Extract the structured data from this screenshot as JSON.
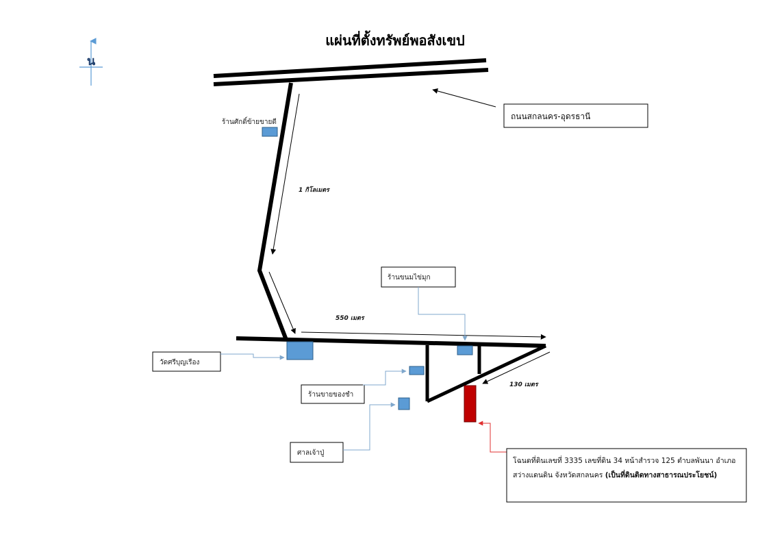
{
  "title": "แผ่นที่ตั้งทรัพย์พอสังเขป",
  "north": {
    "label": "น",
    "icon": "north-arrow-icon"
  },
  "roads": {
    "highway_label": "ถนนสกลนคร-อุดรธานี"
  },
  "distances": {
    "d1": "1 กิโลเมตร",
    "d2": "550 เมตร",
    "d3": "130 เมตร"
  },
  "landmarks": {
    "shop_top": "ร้านศักดิ์ข้ายขายดี",
    "temple": "วัดศรีบุญเรือง",
    "dessert_shop": "ร้านขนมไข่มุก",
    "grocery": "ร้านขายของชำ",
    "shrine": "ศาลเจ้าปู่"
  },
  "deed": {
    "line1": "โฉนดที่ดินเลขที่ 3335   เลขที่ดิน 34 หน้าสำรวจ 125 ตำบลพันนา อำเภอ",
    "line2_prefix": "สว่างแดนดิน จังหวัดสกลนคร ",
    "line2_bold": "(เป็นที่ดินติดทางสาธารณประโยชน์)"
  },
  "colors": {
    "landmark_fill": "#5b9bd5",
    "landmark_stroke": "#2e5f8a",
    "callout_line": "#7fa7cc",
    "property_fill": "#c00000",
    "property_callout": "#e03030",
    "road": "#000000"
  }
}
